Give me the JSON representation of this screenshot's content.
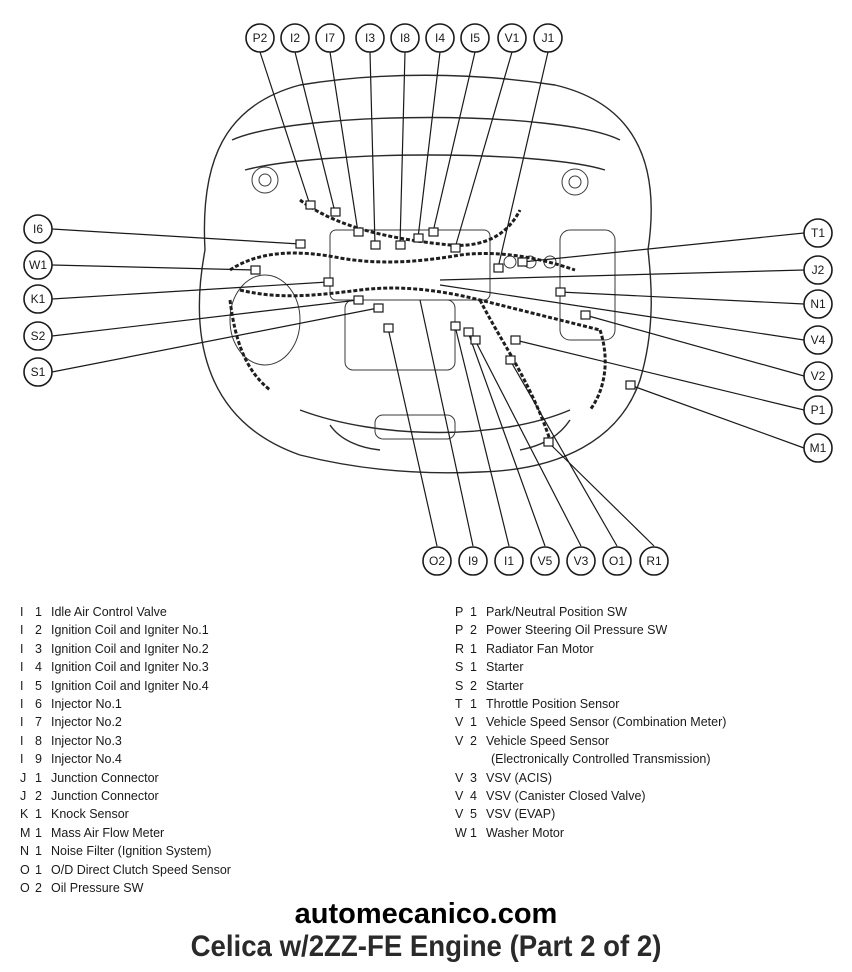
{
  "callouts": {
    "top": [
      "P2",
      "I2",
      "I7",
      "I3",
      "I8",
      "I4",
      "I5",
      "V1",
      "J1"
    ],
    "left": [
      "I6",
      "W1",
      "K1",
      "S2",
      "S1"
    ],
    "right": [
      "T1",
      "J2",
      "N1",
      "V4",
      "V2",
      "P1",
      "M1"
    ],
    "bottom": [
      "O2",
      "I9",
      "I1",
      "V5",
      "V3",
      "O1",
      "R1"
    ]
  },
  "legend_left": [
    {
      "code": "I",
      "num": "1",
      "desc": "Idle Air Control Valve"
    },
    {
      "code": "I",
      "num": "2",
      "desc": "Ignition Coil and Igniter No.1"
    },
    {
      "code": "I",
      "num": "3",
      "desc": "Ignition Coil and Igniter No.2"
    },
    {
      "code": "I",
      "num": "4",
      "desc": "Ignition Coil and Igniter No.3"
    },
    {
      "code": "I",
      "num": "5",
      "desc": "Ignition Coil and Igniter No.4"
    },
    {
      "code": "I",
      "num": "6",
      "desc": "Injector No.1"
    },
    {
      "code": "I",
      "num": "7",
      "desc": "Injector No.2"
    },
    {
      "code": "I",
      "num": "8",
      "desc": "Injector No.3"
    },
    {
      "code": "I",
      "num": "9",
      "desc": "Injector No.4"
    },
    {
      "code": "J",
      "num": "1",
      "desc": "Junction Connector"
    },
    {
      "code": "J",
      "num": "2",
      "desc": "Junction Connector"
    },
    {
      "code": "K",
      "num": "1",
      "desc": "Knock Sensor"
    },
    {
      "code": "M",
      "num": "1",
      "desc": "Mass Air Flow Meter"
    },
    {
      "code": "N",
      "num": "1",
      "desc": "Noise Filter (Ignition System)"
    },
    {
      "code": "O",
      "num": "1",
      "desc": "O/D Direct Clutch Speed Sensor"
    },
    {
      "code": "O",
      "num": "2",
      "desc": "Oil Pressure SW"
    }
  ],
  "legend_right": [
    {
      "code": "P",
      "num": "1",
      "desc": "Park/Neutral Position SW"
    },
    {
      "code": "P",
      "num": "2",
      "desc": "Power Steering Oil Pressure SW"
    },
    {
      "code": "R",
      "num": "1",
      "desc": "Radiator Fan Motor"
    },
    {
      "code": "S",
      "num": "1",
      "desc": "Starter"
    },
    {
      "code": "S",
      "num": "2",
      "desc": "Starter"
    },
    {
      "code": "T",
      "num": "1",
      "desc": "Throttle Position Sensor"
    },
    {
      "code": "V",
      "num": "1",
      "desc": "Vehicle Speed Sensor (Combination Meter)"
    },
    {
      "code": "V",
      "num": "2",
      "desc": "Vehicle Speed Sensor"
    },
    {
      "code": "",
      "num": "",
      "desc": "(Electronically Controlled Transmission)"
    },
    {
      "code": "V",
      "num": "3",
      "desc": "VSV (ACIS)"
    },
    {
      "code": "V",
      "num": "4",
      "desc": "VSV (Canister Closed Valve)"
    },
    {
      "code": "V",
      "num": "5",
      "desc": "VSV (EVAP)"
    },
    {
      "code": "W",
      "num": "1",
      "desc": "Washer Motor"
    }
  ],
  "brand": "automecanico.com",
  "title": "Celica w/2ZZ-FE Engine (Part 2 of 2)"
}
